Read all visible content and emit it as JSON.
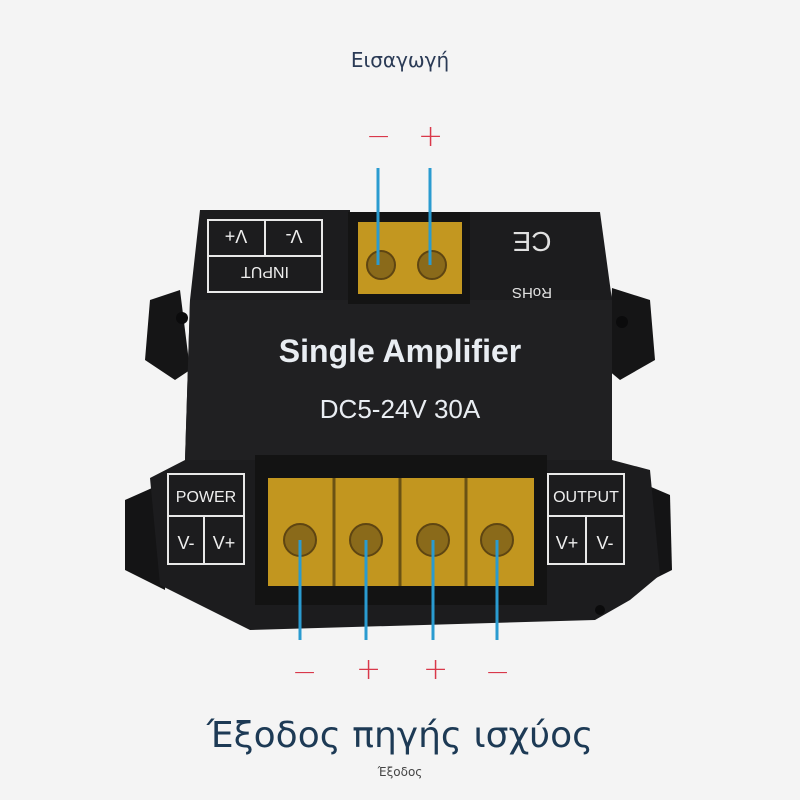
{
  "captions": {
    "input_label": "Εισαγωγή",
    "output_title": "Έξοδος πηγής ισχύος",
    "output_sub": "Έξοδος"
  },
  "device": {
    "name": "Single Amplifier",
    "rating": "DC5-24V  30A",
    "input_panel": {
      "title": "INPUT",
      "left": "V-",
      "right": "V+"
    },
    "power_panel": {
      "title": "POWER",
      "left": "V-",
      "right": "V+"
    },
    "output_panel": {
      "title": "OUTPUT",
      "left": "V+",
      "right": "V-"
    },
    "rohs": "RoHS",
    "ce": "CE"
  },
  "polarity": {
    "input": [
      "−",
      "+"
    ],
    "output": [
      "−",
      "+",
      "+",
      "−"
    ]
  },
  "colors": {
    "body": "#1c1c1e",
    "terminal_amber": "#d6a521",
    "wire": "#2a9bd0",
    "polarity": "#d9384a"
  }
}
